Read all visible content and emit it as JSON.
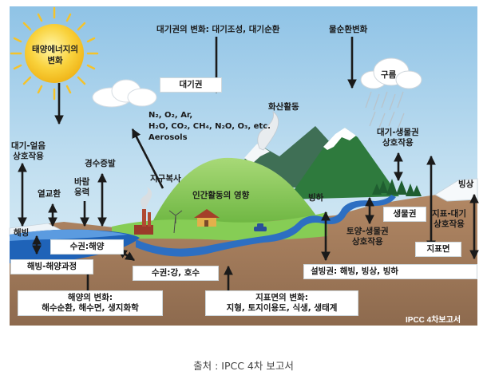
{
  "sun": {
    "line1": "태양에너지의",
    "line2": "변화"
  },
  "top": {
    "atmos_change": "대기권의 변화: 대기조성, 대기순환",
    "water_cycle": "물순환변화"
  },
  "atmosphere": {
    "label": "대기권"
  },
  "gases": {
    "line1": "N₂, O₂, Ar,",
    "line2": "H₂O, CO₂, CH₄, N₂O, O₃, etc.",
    "line3": "Aerosols"
  },
  "cloud": {
    "label": "구름"
  },
  "volcano": {
    "label": "화산활동"
  },
  "bio_atmos": {
    "line1": "대기-생물권",
    "line2": "상호작용"
  },
  "left": {
    "air_ice": {
      "line1": "대기-얼음",
      "line2": "상호작용"
    },
    "heat_exchange": "열교환",
    "wind_stress": {
      "line1": "바람",
      "line2": "응력"
    },
    "evap_precip": "경수증발",
    "sea_ice": "해빙",
    "sea_ice_process": "해빙-해양과정"
  },
  "center": {
    "terrestrial_radiation": "지구복사",
    "human": "인간활동의 영향",
    "glacier": "빙하",
    "ice_sheet": "빙상",
    "biosphere": "생물권",
    "soil_bio": {
      "line1": "토양-생물권",
      "line2": "상호작용"
    },
    "land_atmos": {
      "line1": "지표-대기",
      "line2": "상호작용"
    },
    "land_surface": "지표면"
  },
  "boxes": {
    "hydro_ocean": "수권:해양",
    "hydro_river": "수권:강, 호수",
    "cryo": "설빙권: 해빙, 빙상, 빙하",
    "ocean_change": {
      "line1": "해양의 변화:",
      "line2": "해수순환, 해수면, 생지화학"
    },
    "land_change": {
      "line1": "지표면의 변화:",
      "line2": "지형, 토지이용도, 식생, 생태계"
    }
  },
  "watermark": "IPCC 4차보고서",
  "caption": "출처 : IPCC 4차 보고서",
  "colors": {
    "sky_top": "#8fc3e6",
    "sky_bottom": "#e4f1f8",
    "ocean": "#1f63b8",
    "land": "#a07a5a",
    "grass": "#7ec850",
    "mountain": "#2f7a3c",
    "sun": "#f7c52a",
    "box_border": "#cfd8dc"
  }
}
